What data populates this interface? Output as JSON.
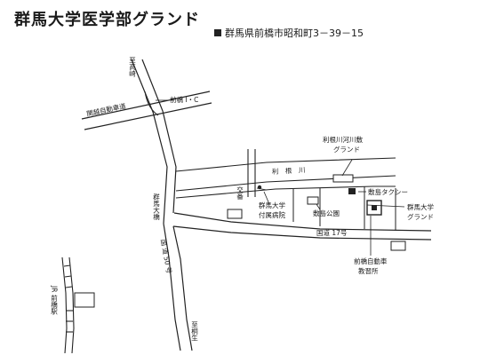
{
  "header": {
    "title": "群馬大学医学部グランド",
    "address": "群馬県前橋市昭和町3－39－15"
  },
  "map": {
    "labels": {
      "to_takasaki": "至高崎",
      "maebashi_ic": "前橋 I・C",
      "kanetsu_expressway": "関越自動車道",
      "tonegawa_kasenjiki_1": "利根川河川敷",
      "tonegawa_kasenjiki_2": "グランド",
      "tonegawa_river": "利　根　川",
      "koban": "交番",
      "gunma_univ_hospital_1": "群馬大学",
      "gunma_univ_hospital_2": "付属病院",
      "gunma_ohashi": "群馬大橋",
      "shikishima_park": "敷島公園",
      "shikishima_taxi": "敷島タクシー",
      "destination_1": "群馬大学",
      "destination_2": "グランド",
      "route17": "国道 17号",
      "route50": "国 道 50 号",
      "driving_school_1": "前橋自動車",
      "driving_school_2": "教習所",
      "jr_maebashi_station": "JR 前橋駅",
      "to_kiryu": "至桐生"
    }
  }
}
